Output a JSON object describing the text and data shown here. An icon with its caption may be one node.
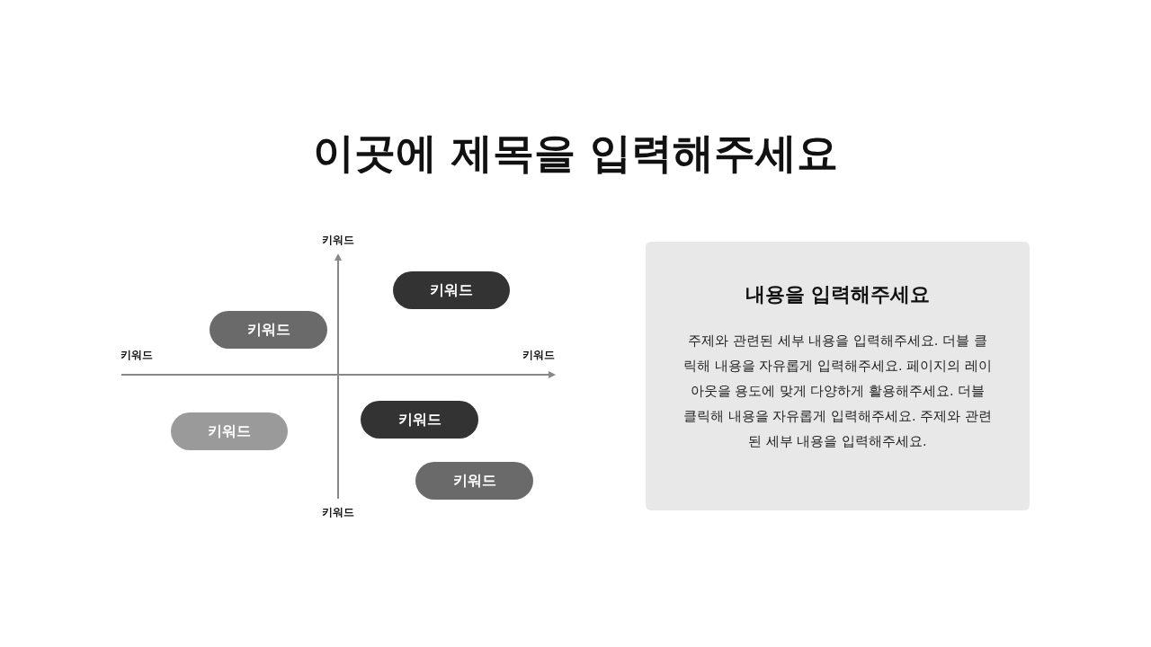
{
  "diagram": {
    "title": "이곳에 제목을 입력해주세요",
    "nodes": [
      {
        "text": [
          "키워드"
        ]
      },
      {
        "text": [
          "키워드"
        ]
      },
      {
        "text": [
          "키워드"
        ]
      },
      {
        "text": [
          "키워드"
        ]
      },
      {
        "text": [
          "키워드"
        ]
      },
      {
        "text": [
          "내용을 입력해주세요",
          "주제와 관련된 세부 내용을 입력해주세요. 더블 클릭해 내용을 자유롭게 입력해주세요. 페이지의 레이아웃을 용도에 맞게 다양하게 활용해주세요. 더블 클릭해 내용을 자유롭게 입력해주세요. 주제와 관련된 세부 내용을 입력해주세요."
        ]
      }
    ],
    "edges": [],
    "labels": [
      "키워드",
      "키워드",
      "키워드",
      "키워드"
    ]
  }
}
